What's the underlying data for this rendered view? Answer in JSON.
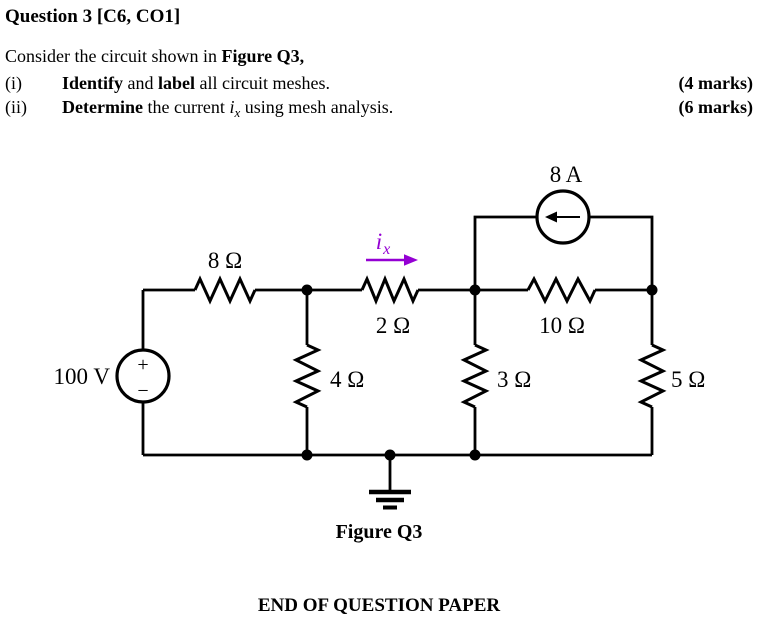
{
  "header": {
    "title": "Question 3 [C6, CO1]"
  },
  "intro": {
    "regular": "Consider the circuit shown in ",
    "bold": "Figure Q3,"
  },
  "tasks": [
    {
      "num": "(i)",
      "verb1": "Identify",
      "mid": " and ",
      "verb2": "label",
      "rest": " all circuit meshes.",
      "marks": "(4 marks)"
    },
    {
      "num": "(ii)",
      "verb1": "Determine",
      "mid": " the current ",
      "cur_base": "i",
      "cur_sub": "x",
      "rest": " using mesh analysis.",
      "marks": "(6 marks)"
    }
  ],
  "circuit": {
    "accent": "#9400D3",
    "labels": {
      "voltage_source": "100 V",
      "current_source": "8 A",
      "r8": "8 Ω",
      "r2": "2 Ω",
      "r10": "10 Ω",
      "r4": "4 Ω",
      "r3": "3 Ω",
      "r5": "5 Ω",
      "plus": "+",
      "minus": "−",
      "current_base": "i",
      "current_sub": "x"
    }
  },
  "caption": "Figure Q3",
  "footer": "END OF QUESTION PAPER"
}
